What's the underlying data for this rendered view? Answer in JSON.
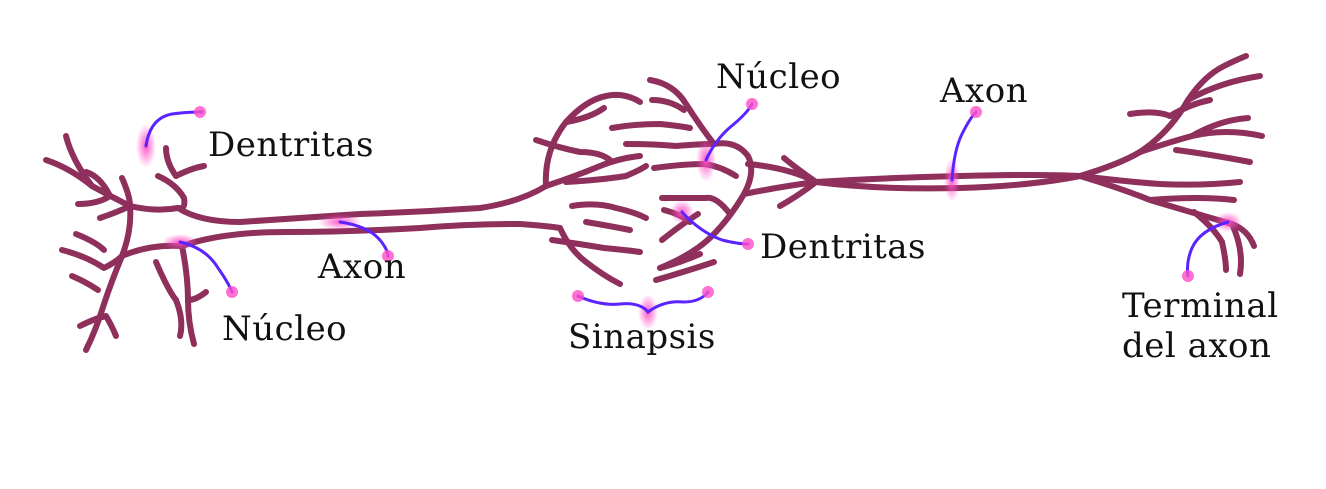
{
  "labels": {
    "dendritas_left": "Dentritas",
    "axon_left": "Axon",
    "nucleo_left": "Núcleo",
    "nucleo_middle": "Núcleo",
    "dendritas_middle": "Dentritas",
    "sinapsis": "Sinapsis",
    "axon_right": "Axon",
    "terminal_line1": "Terminal",
    "terminal_line2": "del axon"
  },
  "colors": {
    "neuron": "#8e2f5c",
    "pointer_start": "#ff4fc8",
    "pointer_end": "#5a23ff",
    "text": "#111111"
  }
}
